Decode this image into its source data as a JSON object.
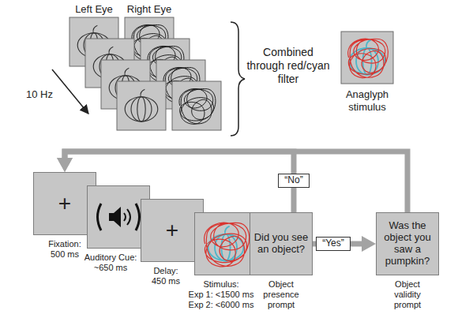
{
  "diagram": {
    "nodes": [
      {
        "text": [
          "+",
          "Fixation: 500 ms"
        ]
      },
      {
        "text": [
          "Auditory Cue: ~650 ms"
        ]
      },
      {
        "text": [
          "+",
          "Delay: 450 ms"
        ]
      },
      {
        "text": [
          "Stimulus:",
          "Exp 1: <1500 ms",
          "Exp 2: <6000 ms"
        ]
      },
      {
        "text": [
          "Did you see an object?",
          "Object presence prompt"
        ]
      },
      {
        "text": [
          "“No”"
        ]
      },
      {
        "text": [
          "“Yes”"
        ]
      },
      {
        "text": [
          "Was the object you saw a pumpkin?",
          "Object validity prompt"
        ]
      }
    ],
    "edges": [
      {
        "from": 4,
        "to": 5,
        "arrow": "none"
      },
      {
        "from": 5,
        "to": 0,
        "arrow": "to"
      },
      {
        "from": 4,
        "to": 6,
        "arrow": "none"
      },
      {
        "from": 6,
        "to": 7,
        "arrow": "to"
      },
      {
        "from": 7,
        "to": 0,
        "arrow": "to"
      }
    ],
    "labels": [
      "Left Eye",
      "Right Eye",
      "10 Hz",
      "Combined through red/cyan filter",
      "Anaglyph stimulus"
    ]
  }
}
